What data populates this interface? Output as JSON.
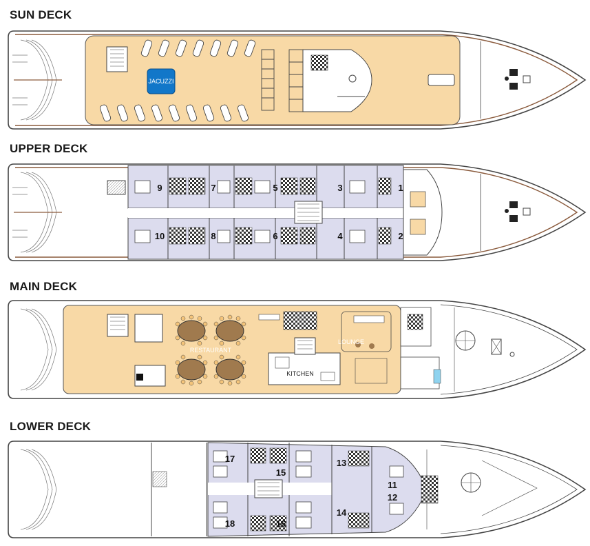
{
  "decks": [
    {
      "title": "SUN DECK",
      "areas": [
        "JACUZZI"
      ]
    },
    {
      "title": "UPPER DECK",
      "cabins": [
        "9",
        "7",
        "5",
        "3",
        "1",
        "10",
        "8",
        "6",
        "4",
        "2"
      ]
    },
    {
      "title": "MAIN DECK",
      "areas": [
        "RESTAURANT",
        "LOUNGE",
        "KITCHEN"
      ]
    },
    {
      "title": "LOWER DECK",
      "cabins": [
        "17",
        "15",
        "13",
        "11",
        "12",
        "18",
        "16",
        "14"
      ]
    }
  ],
  "colors": {
    "deck_fill": "#f8d9a6",
    "hull_stroke": "#8a5a3c",
    "cabin_fill": "#dcdcee",
    "jacuzzi": "#1277c9"
  }
}
